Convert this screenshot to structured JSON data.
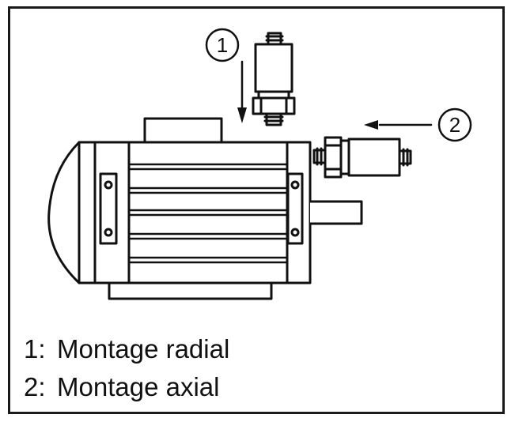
{
  "colors": {
    "stroke": "#111111",
    "background": "#ffffff"
  },
  "callouts": {
    "one": "1",
    "two": "2"
  },
  "legend": [
    {
      "number": "1:",
      "text": "Montage radial"
    },
    {
      "number": "2:",
      "text": "Montage axial"
    }
  ]
}
